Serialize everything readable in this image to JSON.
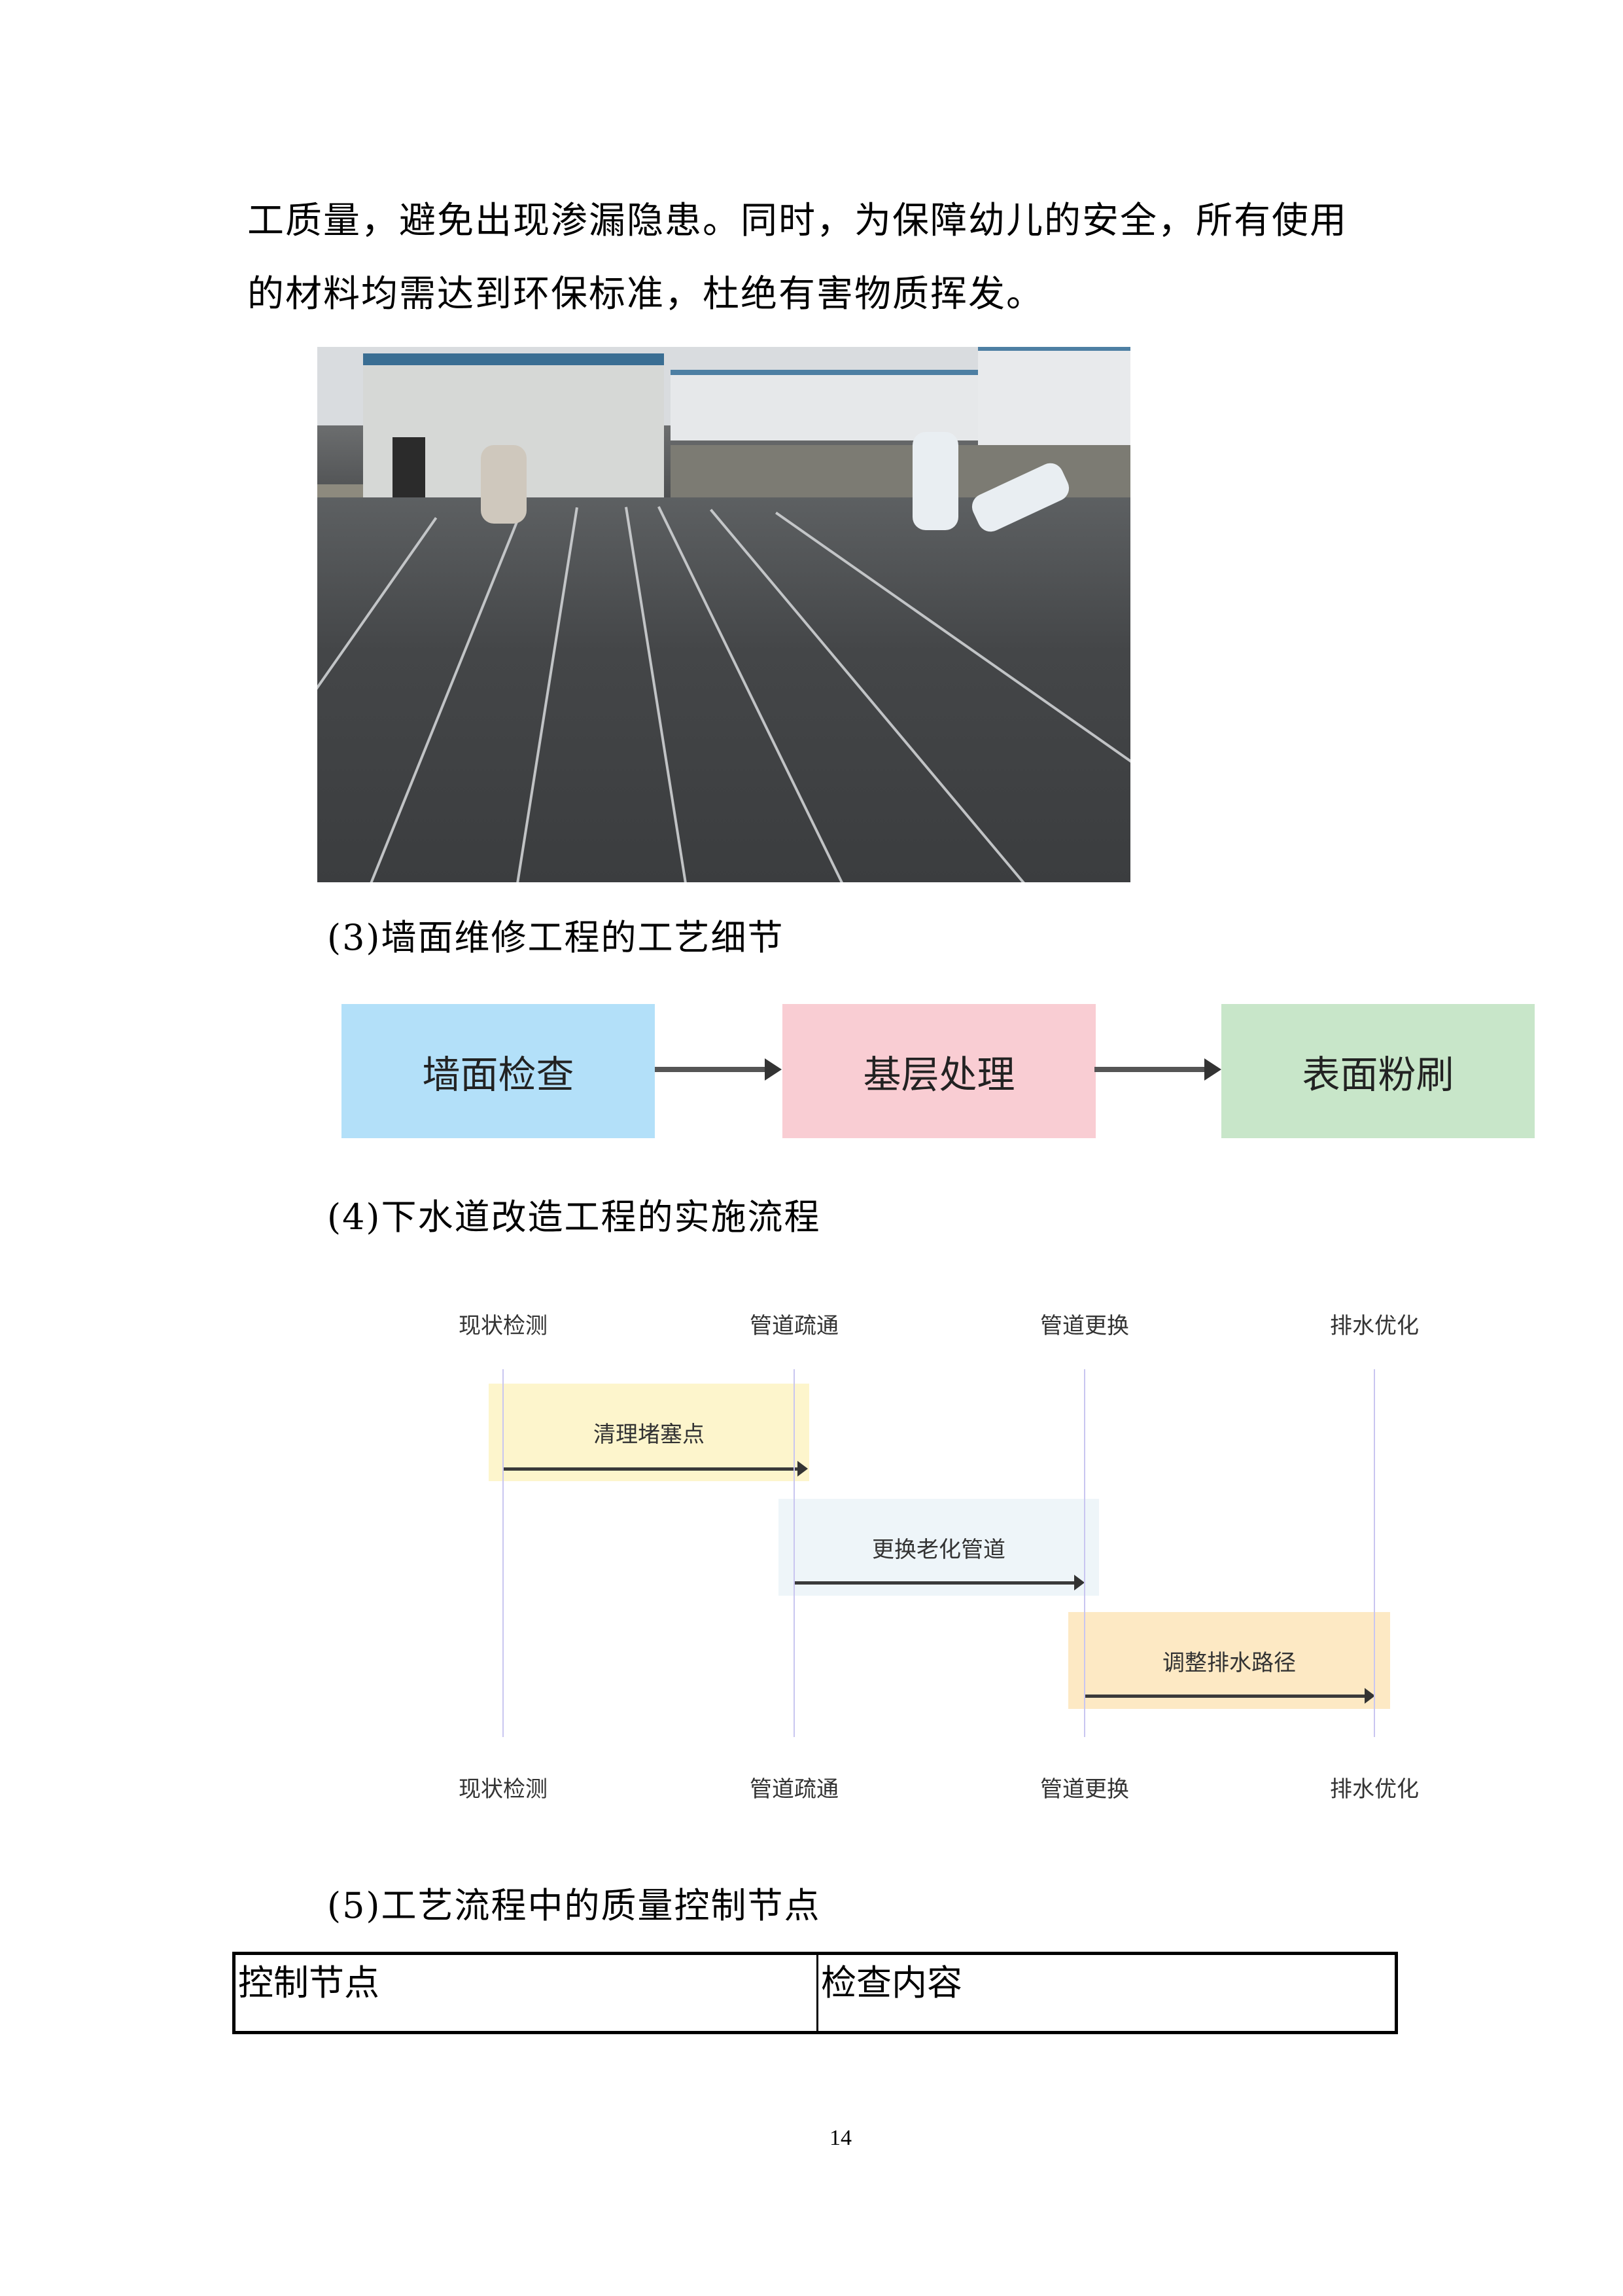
{
  "body_text": {
    "line1": "工质量，避免出现渗漏隐患。同时，为保障幼儿的安全，所有使用",
    "line2": "的材料均需达到环保标准，杜绝有害物质挥发。"
  },
  "photo": {
    "description": "屋面防水卷材铺设施工现场照片"
  },
  "section3": {
    "heading": "(3)墙面维修工程的工艺细节",
    "steps": [
      {
        "label": "墙面检查",
        "color": "#b3e0f9"
      },
      {
        "label": "基层处理",
        "color": "#f9cdd3"
      },
      {
        "label": "表面粉刷",
        "color": "#c8e6c9"
      }
    ],
    "arrow_color": "#555555"
  },
  "section4": {
    "heading": "(4)下水道改造工程的实施流程",
    "participants": [
      "现状检测",
      "管道疏通",
      "管道更换",
      "排水优化"
    ],
    "messages": [
      {
        "from": "现状检测",
        "to": "管道疏通",
        "label": "清理堵塞点",
        "bg": "#fdf5cc"
      },
      {
        "from": "管道疏通",
        "to": "管道更换",
        "label": "更换老化管道",
        "bg": "#eef5f9"
      },
      {
        "from": "管道更换",
        "to": "排水优化",
        "label": "调整排水路径",
        "bg": "#fde9c4"
      }
    ],
    "lifeline_color": "#c9c6f0"
  },
  "section5": {
    "heading": "(5)工艺流程中的质量控制节点",
    "table": {
      "headers": [
        "控制节点",
        "检查内容"
      ]
    }
  },
  "page_number": "14"
}
